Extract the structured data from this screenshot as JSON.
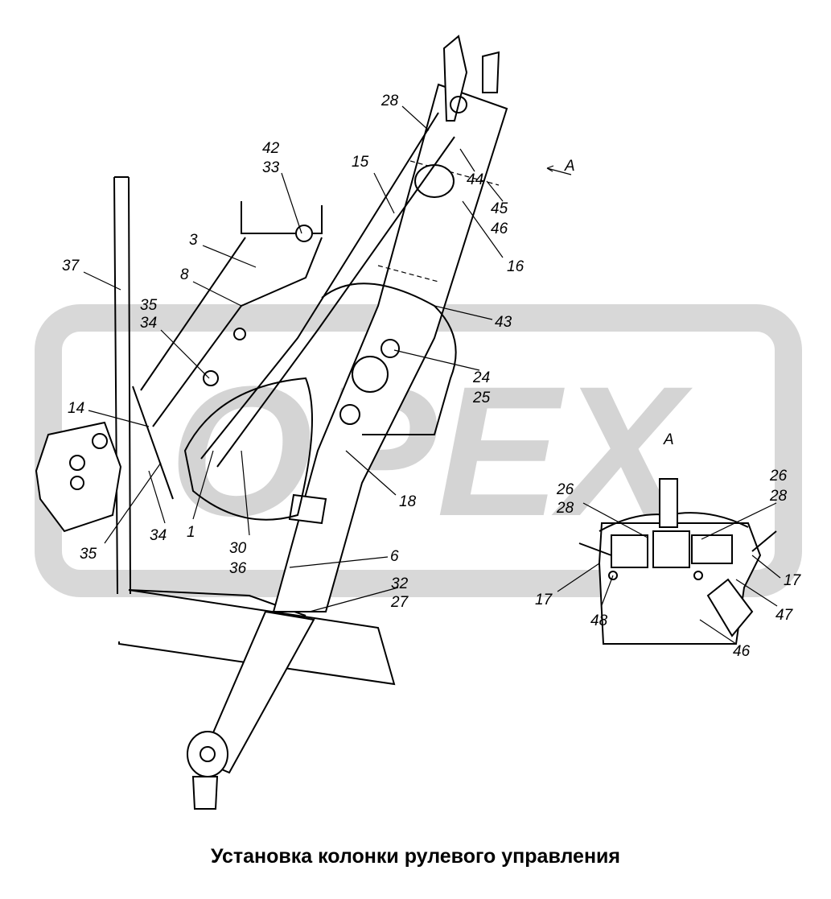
{
  "title": "Установка колонки рулевого управления",
  "watermark": "OPEX",
  "colors": {
    "watermark": "#d4d4d4",
    "line": "#000000"
  },
  "callouts": [
    {
      "id": "c28a",
      "text": "28"
    },
    {
      "id": "c42",
      "text": "42"
    },
    {
      "id": "c33",
      "text": "33"
    },
    {
      "id": "c15",
      "text": "15"
    },
    {
      "id": "c44",
      "text": "44"
    },
    {
      "id": "cA1",
      "text": "A"
    },
    {
      "id": "c45",
      "text": "45"
    },
    {
      "id": "c46a",
      "text": "46"
    },
    {
      "id": "c3",
      "text": "3"
    },
    {
      "id": "c37",
      "text": "37"
    },
    {
      "id": "c8",
      "text": "8"
    },
    {
      "id": "c16",
      "text": "16"
    },
    {
      "id": "c35a",
      "text": "35"
    },
    {
      "id": "c34a",
      "text": "34"
    },
    {
      "id": "c43",
      "text": "43"
    },
    {
      "id": "c24",
      "text": "24"
    },
    {
      "id": "c25",
      "text": "25"
    },
    {
      "id": "c14",
      "text": "14"
    },
    {
      "id": "cA2",
      "text": "A"
    },
    {
      "id": "c26a",
      "text": "26"
    },
    {
      "id": "c28b",
      "text": "28"
    },
    {
      "id": "c26b",
      "text": "26"
    },
    {
      "id": "c28c",
      "text": "28"
    },
    {
      "id": "c18",
      "text": "18"
    },
    {
      "id": "c35b",
      "text": "35"
    },
    {
      "id": "c34b",
      "text": "34"
    },
    {
      "id": "c1",
      "text": "1"
    },
    {
      "id": "c30",
      "text": "30"
    },
    {
      "id": "c36",
      "text": "36"
    },
    {
      "id": "c6",
      "text": "6"
    },
    {
      "id": "c32",
      "text": "32"
    },
    {
      "id": "c27",
      "text": "27"
    },
    {
      "id": "c17a",
      "text": "17"
    },
    {
      "id": "c48",
      "text": "48"
    },
    {
      "id": "c17b",
      "text": "17"
    },
    {
      "id": "c47",
      "text": "47"
    },
    {
      "id": "c46b",
      "text": "46"
    }
  ]
}
